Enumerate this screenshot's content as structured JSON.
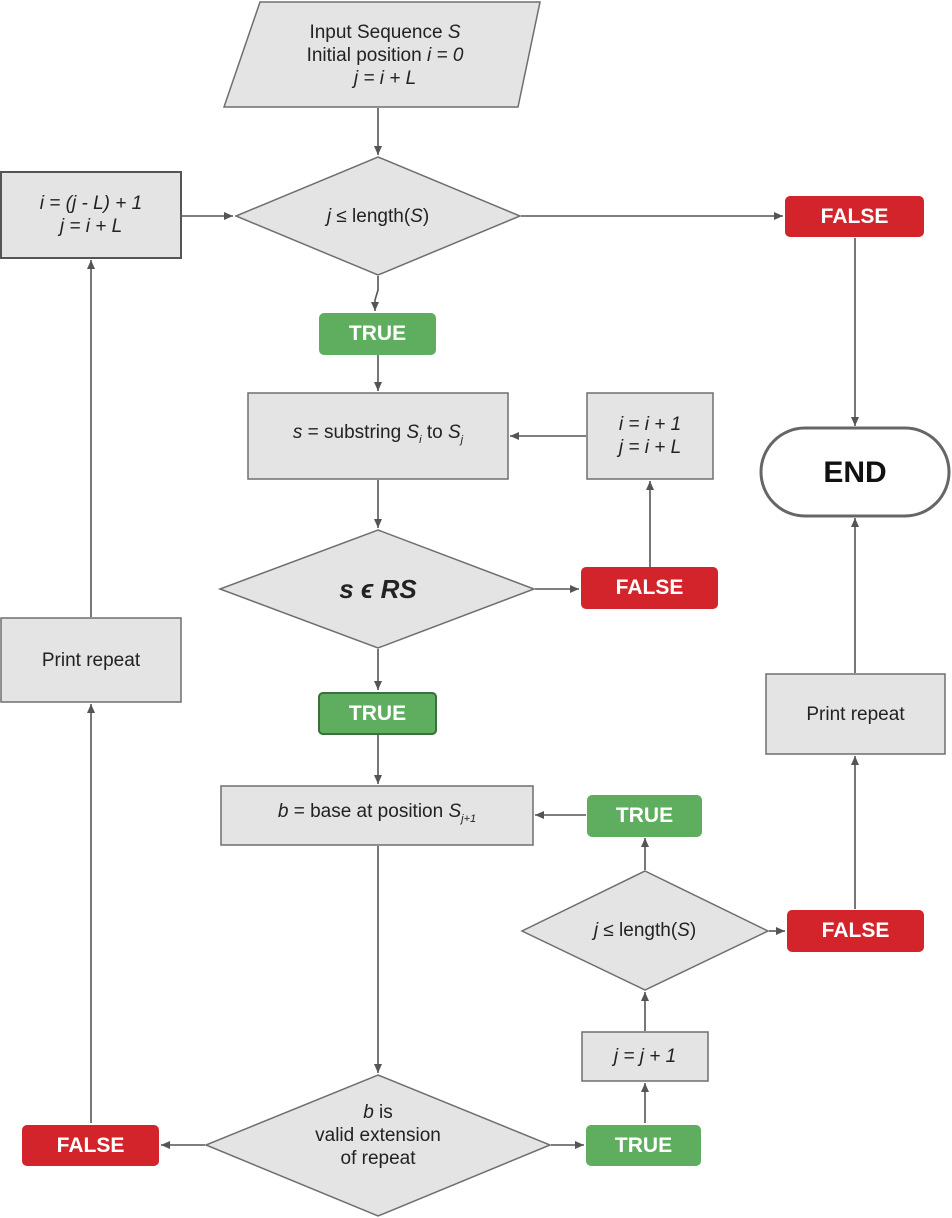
{
  "colors": {
    "node_fill": "#e4e4e4",
    "node_stroke": "#6e6e6e",
    "true_badge": "#5fae5f",
    "false_badge": "#d2242a",
    "arrow": "#555555",
    "end_stroke": "#555555"
  },
  "nodes": {
    "input": {
      "line1_a": "Input Sequence ",
      "line1_b": "S",
      "line2_a": "Initial position ",
      "line2_b": "i = 0",
      "line3": "j = i + L"
    },
    "decision_top": {
      "var": "j",
      "op": " ≤ ",
      "rest_a": "length(",
      "rest_var": "S",
      "rest_b": ")"
    },
    "reset_box": {
      "line1": "i = (j - L) + 1",
      "line2": "j = i + L"
    },
    "substring": {
      "var": "s",
      "text1": " = substring ",
      "s1": "S",
      "s1_sub": "i",
      "text2": " to ",
      "s2": "S",
      "s2_sub": "j"
    },
    "increment_box": {
      "line1": "i = i + 1",
      "line2": "j = i + L"
    },
    "decision_rs": {
      "text": "s ϵ RS"
    },
    "base": {
      "var": "b",
      "text": " = base at position ",
      "s": "S",
      "s_sub": "j+1"
    },
    "decision_len2": {
      "var": "j",
      "op": " ≤ ",
      "rest_a": "length(",
      "rest_var": "S",
      "rest_b": ")"
    },
    "j_inc": {
      "text": "j = j + 1"
    },
    "decision_valid": {
      "line1_var": "b",
      "line1_rest": " is",
      "line2": "valid extension",
      "line3": "of repeat"
    },
    "print_left": {
      "text": "Print repeat"
    },
    "print_right": {
      "text": "Print repeat"
    },
    "end": {
      "text": "END"
    }
  },
  "badges": {
    "false_top": "FALSE",
    "true_1": "TRUE",
    "false_rs": "FALSE",
    "true_2": "TRUE",
    "true_len2": "TRUE",
    "false_len2": "FALSE",
    "false_valid": "FALSE",
    "true_valid": "TRUE"
  }
}
